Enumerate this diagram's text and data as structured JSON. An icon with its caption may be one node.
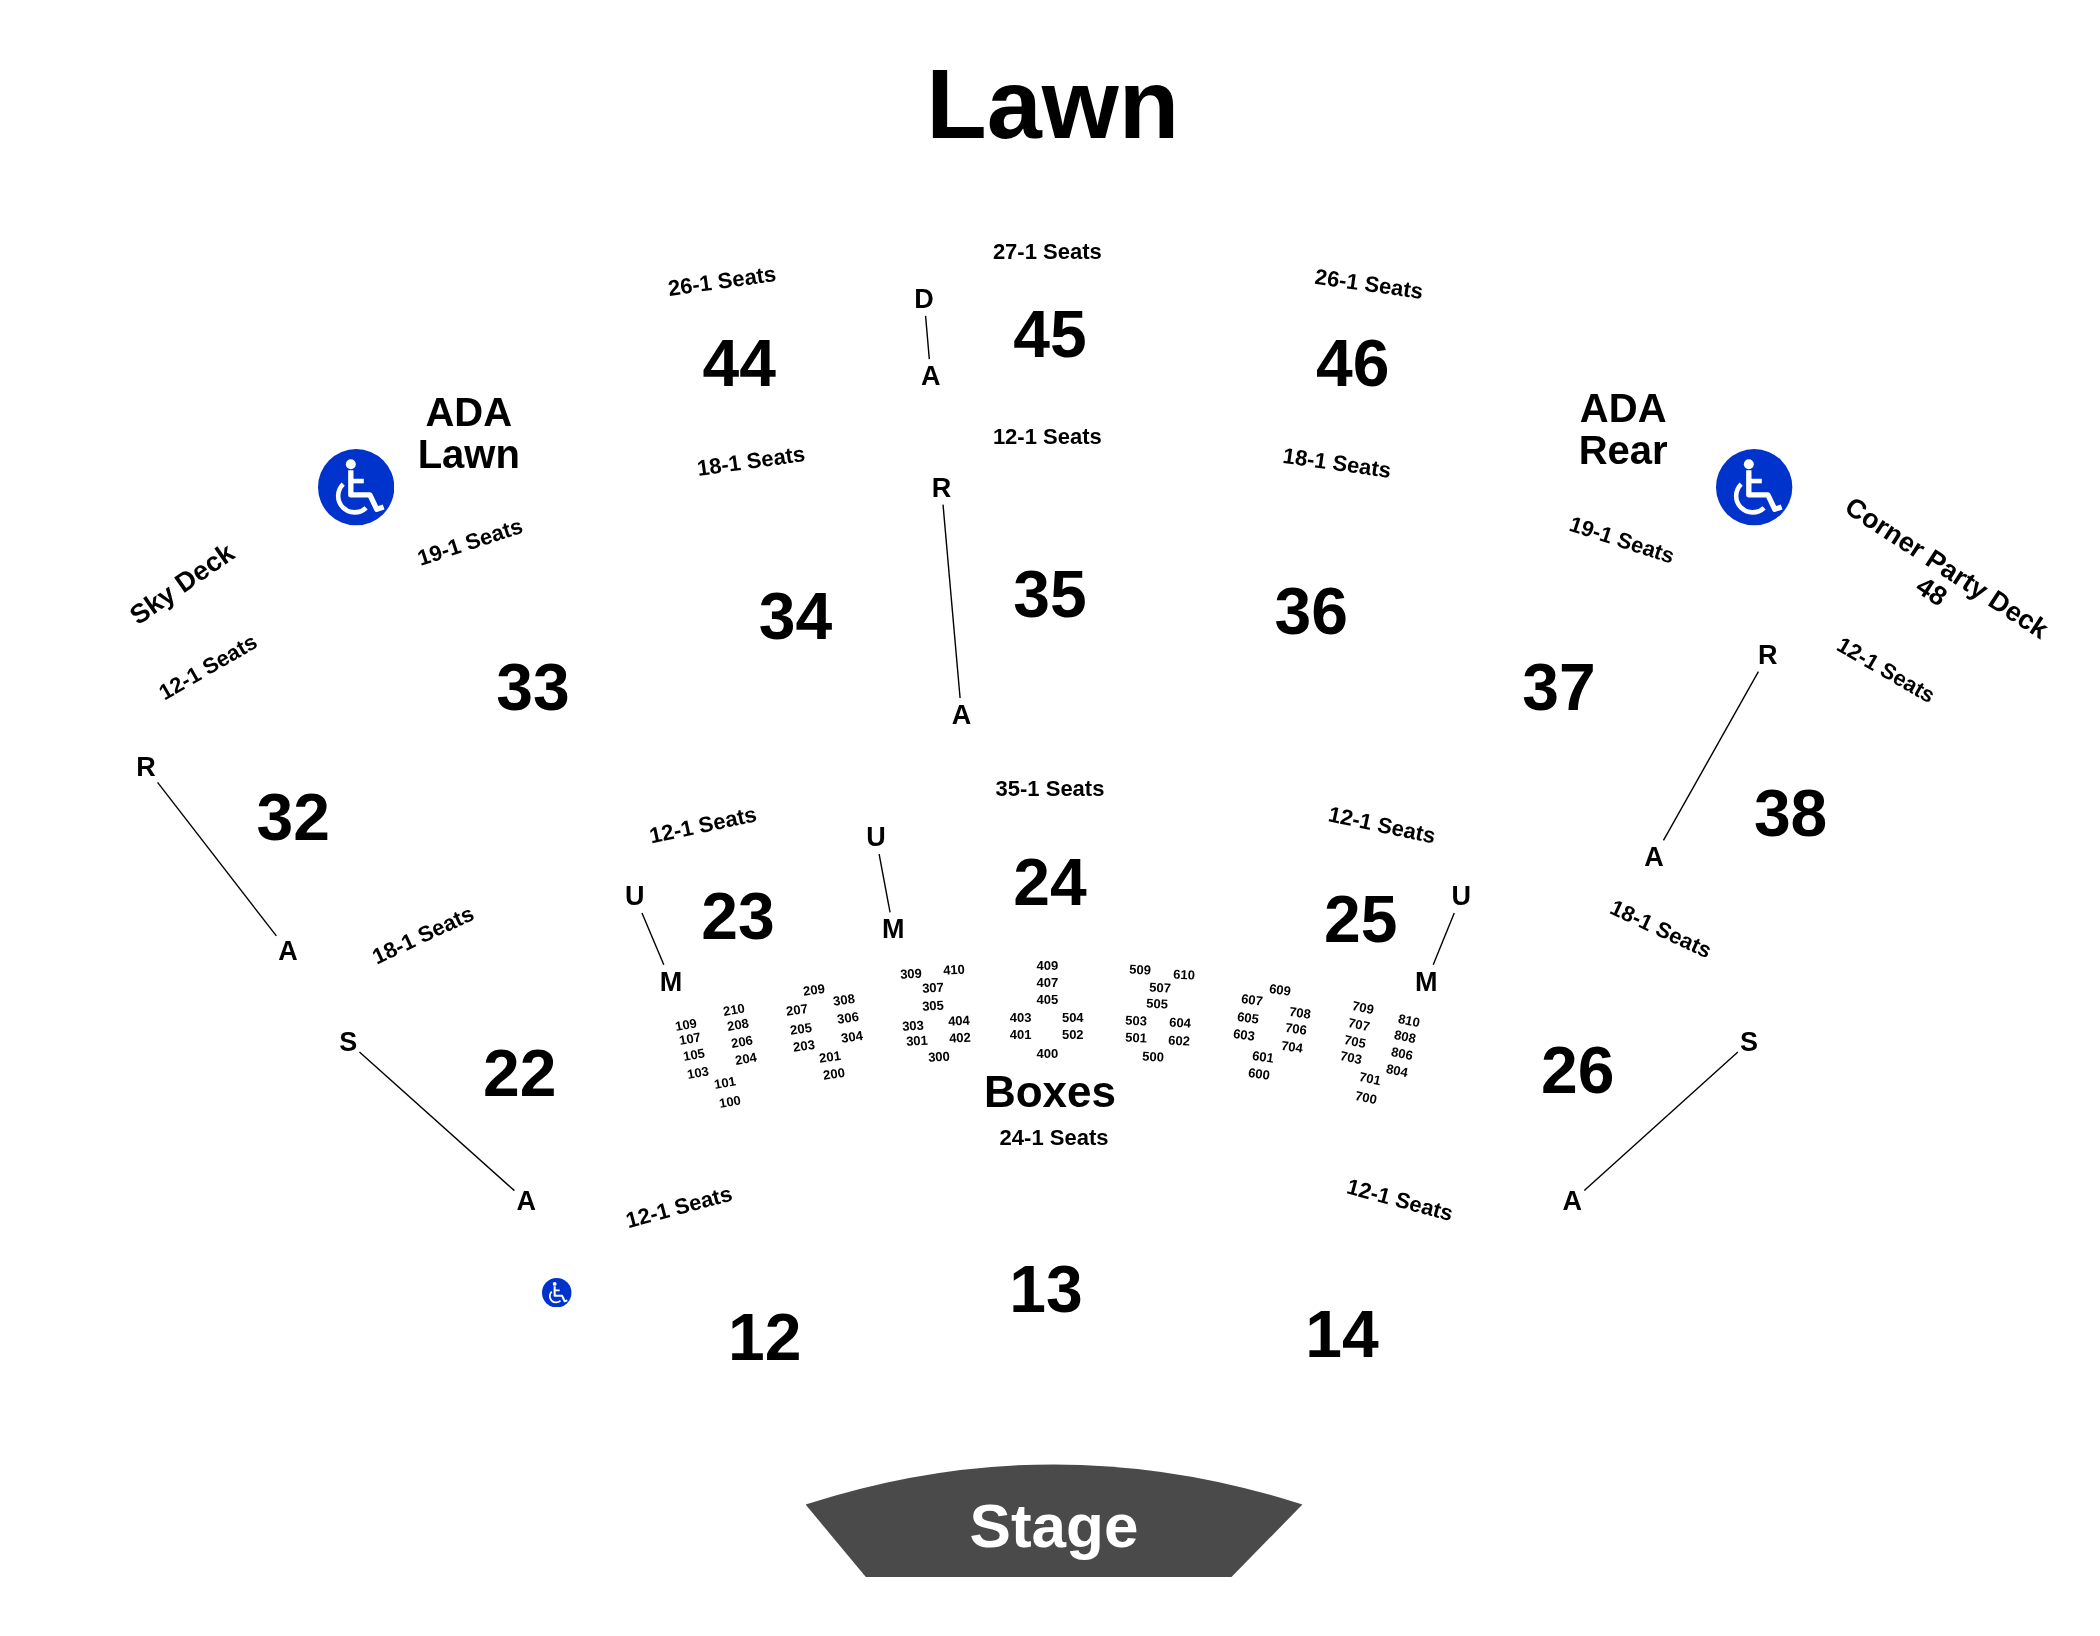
{
  "diagram": {
    "nodes": [
      {
        "text": [
          "D"
        ]
      },
      {
        "text": [
          "A"
        ]
      },
      {
        "text": [
          "R"
        ]
      },
      {
        "text": [
          "A"
        ]
      },
      {
        "text": [
          "R"
        ]
      },
      {
        "text": [
          "A"
        ]
      },
      {
        "text": [
          "R"
        ]
      },
      {
        "text": [
          "A"
        ]
      },
      {
        "text": [
          "U"
        ]
      },
      {
        "text": [
          "M"
        ]
      },
      {
        "text": [
          "U"
        ]
      },
      {
        "text": [
          "M"
        ]
      },
      {
        "text": [
          "U"
        ]
      },
      {
        "text": [
          "M"
        ]
      },
      {
        "text": [
          "S"
        ]
      },
      {
        "text": [
          "A"
        ]
      },
      {
        "text": [
          "S"
        ]
      },
      {
        "text": [
          "A"
        ]
      },
      {
        "text": [
          "Stage"
        ]
      }
    ],
    "edges": [
      {
        "from": 0,
        "to": 1,
        "arrow": "none"
      },
      {
        "from": 2,
        "to": 3,
        "arrow": "none"
      },
      {
        "from": 4,
        "to": 5,
        "arrow": "none"
      },
      {
        "from": 6,
        "to": 7,
        "arrow": "none"
      },
      {
        "from": 8,
        "to": 9,
        "arrow": "none"
      },
      {
        "from": 10,
        "to": 11,
        "arrow": "none"
      },
      {
        "from": 12,
        "to": 13,
        "arrow": "none"
      },
      {
        "from": 14,
        "to": 15,
        "arrow": "none"
      },
      {
        "from": 16,
        "to": 17,
        "arrow": "none"
      }
    ],
    "labels": [
      "Lawn",
      "26-1 Seats",
      "27-1 Seats",
      "26-1 Seats",
      "44",
      "45",
      "46",
      "ADA Lawn",
      "12-1 Seats",
      "ADA Rear",
      "18-1 Seats",
      "18-1 Seats",
      "Sky Deck",
      "19-1 Seats",
      "19-1 Seats",
      "Corner Party Deck 48",
      "12-1 Seats",
      "33",
      "34",
      "35",
      "36",
      "37",
      "12-1 Seats",
      "32",
      "12-1 Seats",
      "35-1 Seats",
      "12-1 Seats",
      "38",
      "18-1 Seats",
      "23",
      "24",
      "25",
      "18-1 Seats",
      "109",
      "107",
      "105",
      "103",
      "101",
      "100",
      "210",
      "208",
      "206",
      "204",
      "209",
      "207",
      "205",
      "203",
      "201",
      "200",
      "308",
      "306",
      "304",
      "309",
      "307",
      "305",
      "303",
      "301",
      "300",
      "410",
      "404",
      "402",
      "409",
      "407",
      "405",
      "403",
      "401",
      "400",
      "504",
      "502",
      "509",
      "507",
      "505",
      "503",
      "501",
      "500",
      "610",
      "604",
      "602",
      "609",
      "607",
      "605",
      "603",
      "601",
      "600",
      "708",
      "706",
      "704",
      "709",
      "707",
      "705",
      "703",
      "701",
      "700",
      "810",
      "808",
      "806",
      "804",
      "22",
      "Boxes",
      "26",
      "24-1 Seats",
      "12-1 Seats",
      "12-1 Seats",
      "13",
      "12",
      "14"
    ]
  }
}
